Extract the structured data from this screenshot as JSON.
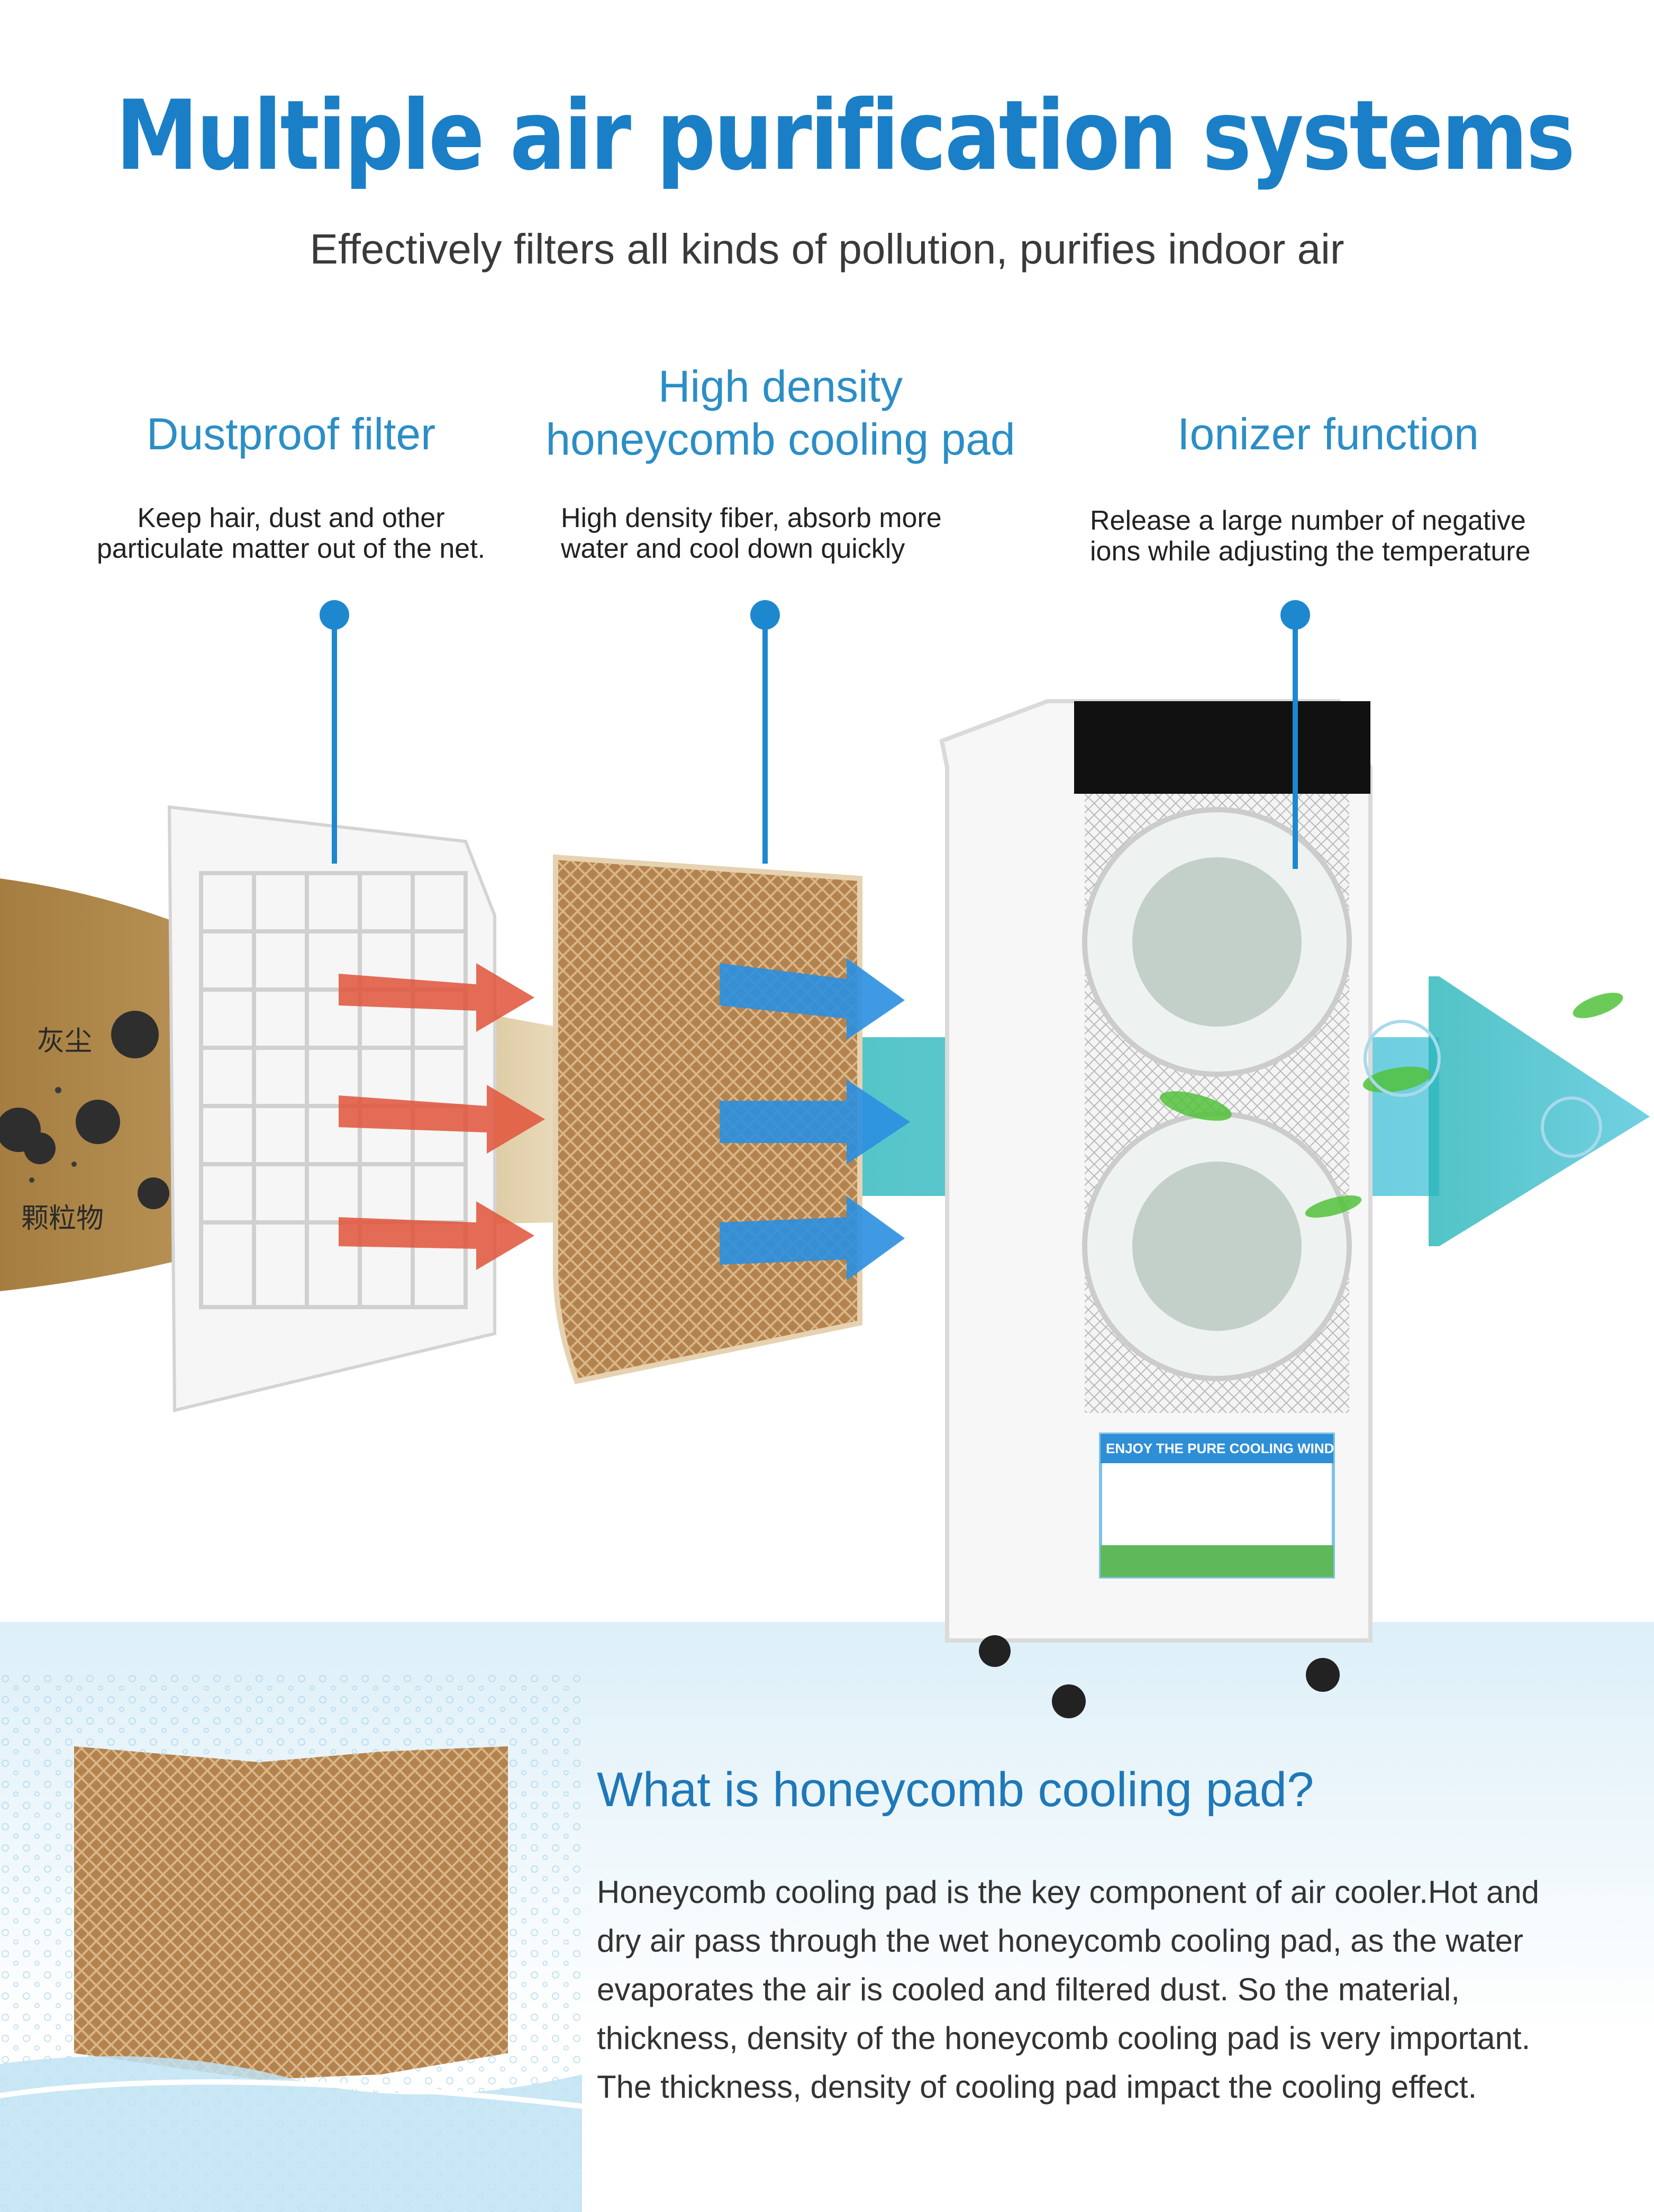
{
  "header": {
    "title": "Multiple air purification systems",
    "subtitle": "Effectively filters all kinds of pollution, purifies indoor air"
  },
  "features": [
    {
      "title": "Dustproof filter",
      "desc_lines": [
        "Keep hair, dust and other",
        "particulate matter out of the net."
      ]
    },
    {
      "title_lines": [
        "High density",
        "honeycomb cooling pad"
      ],
      "desc_lines": [
        "High density fiber, absorb more",
        "water and cool down quickly"
      ]
    },
    {
      "title": "Ionizer function",
      "desc_lines": [
        "Release a large number of negative",
        "ions while adjusting the temperature"
      ]
    }
  ],
  "particles": {
    "dust_label": "灰尘",
    "particulate_label": "颗粒物"
  },
  "device": {
    "sticker_text": "ENJOY THE PURE COOLING WIND"
  },
  "info": {
    "heading": "What is honeycomb cooling pad?",
    "body": "Honeycomb cooling pad is the key component of air cooler.Hot and dry air pass through the wet honeycomb cooling pad, as the water evaporates the air is cooled and filtered dust. So the material, thickness, density of the honeycomb cooling pad is very important. The thickness, density of cooling pad impact the cooling effect."
  },
  "colors": {
    "title_blue": "#1a7fc6",
    "feature_blue": "#2b8ec6",
    "pin_blue": "#1e88cf",
    "dust_brown": "#b0894a",
    "pad_brown": "#b98a55",
    "hot_arrow": "#e0533a",
    "cool_arrow": "#2a8fe0",
    "clean_air": "#4cc3d6"
  }
}
